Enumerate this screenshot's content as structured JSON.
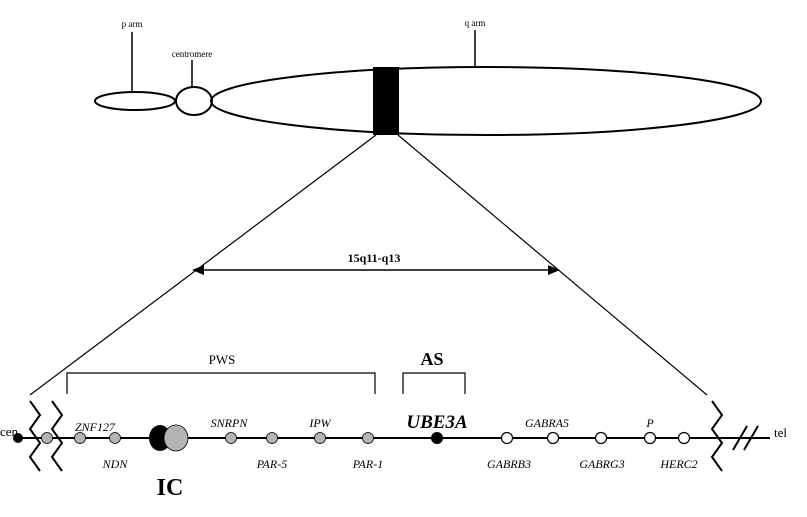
{
  "chromosome": {
    "p_arm_label": "p arm",
    "centromere_label": "centromere",
    "q_arm_label": "q arm"
  },
  "region": {
    "label": "15q11-q13"
  },
  "brackets": {
    "pws": "PWS",
    "as": "AS"
  },
  "ends": {
    "cen": "cen",
    "tel": "tel"
  },
  "ic_label": "IC",
  "genes": [
    {
      "name": "ZNF127",
      "kind": "paternal"
    },
    {
      "name": "NDN",
      "kind": "paternal"
    },
    {
      "name": "SNRPN",
      "kind": "paternal"
    },
    {
      "name": "PAR-5",
      "kind": "paternal"
    },
    {
      "name": "IPW",
      "kind": "paternal"
    },
    {
      "name": "PAR-1",
      "kind": "paternal"
    },
    {
      "name": "UBE3A",
      "kind": "maternal"
    },
    {
      "name": "GABRB3",
      "kind": "biallelic"
    },
    {
      "name": "GABRA5",
      "kind": "biallelic"
    },
    {
      "name": "GABRG3",
      "kind": "biallelic"
    },
    {
      "name": "P",
      "kind": "biallelic"
    },
    {
      "name": "HERC2",
      "kind": "biallelic"
    }
  ],
  "colors": {
    "paternal": "#b4b4b4",
    "maternal": "#000000",
    "biallelic": "#ffffff",
    "band": "#000000"
  }
}
